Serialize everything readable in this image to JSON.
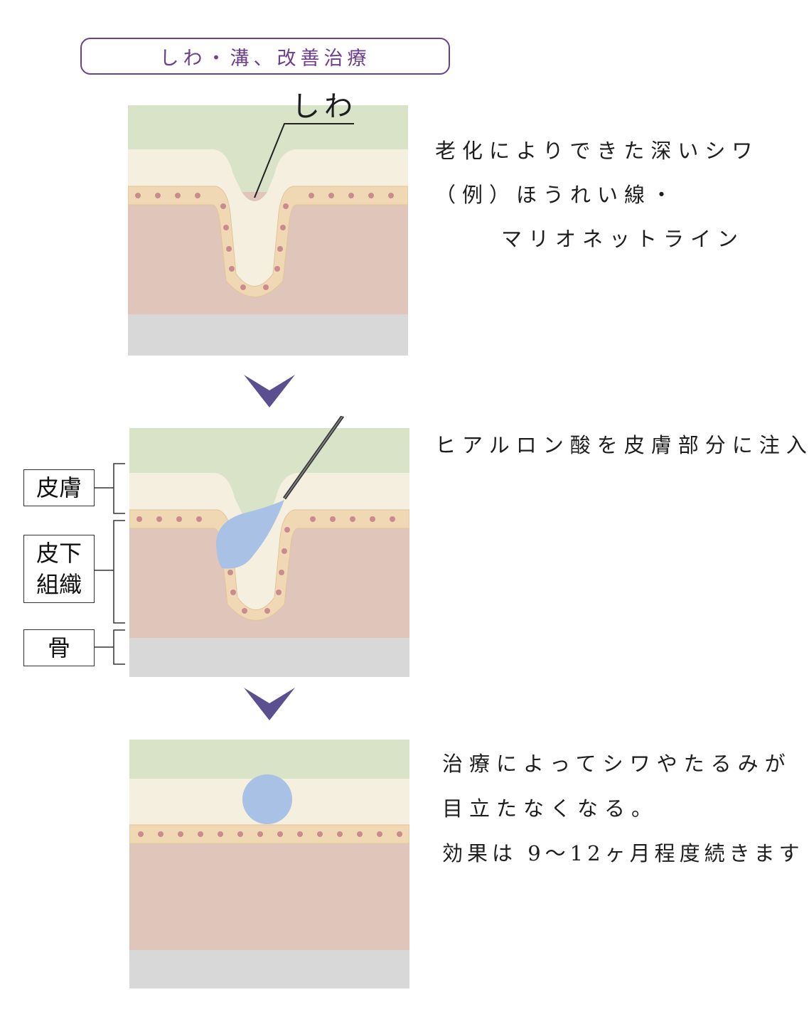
{
  "title": "しわ・溝、改善治療",
  "step1": {
    "callout": "しわ",
    "lines": [
      "老化によりできた深いシワ",
      "（例）ほうれい線・",
      "マリオネットライン"
    ]
  },
  "step2": {
    "lines": [
      "ヒアルロン酸を皮膚部分に注入"
    ],
    "labels": {
      "skin": "皮膚",
      "subcutaneous_1": "皮下",
      "subcutaneous_2": "組織",
      "bone": "骨"
    }
  },
  "step3": {
    "lines": [
      "治療によってシワやたるみが",
      "目立たなくなる。",
      "効果は 9〜12ヶ月程度続きます"
    ]
  },
  "colors": {
    "accent": "#6d3f8e",
    "arrow": "#5b4f90",
    "green": "#d8e3c8",
    "cream": "#f5efdf",
    "cells": "#f0d8b5",
    "cell_dot": "#c98c8c",
    "pink": "#e0c5bb",
    "gray": "#d8d8d8",
    "filler": "#a8c1e4"
  }
}
